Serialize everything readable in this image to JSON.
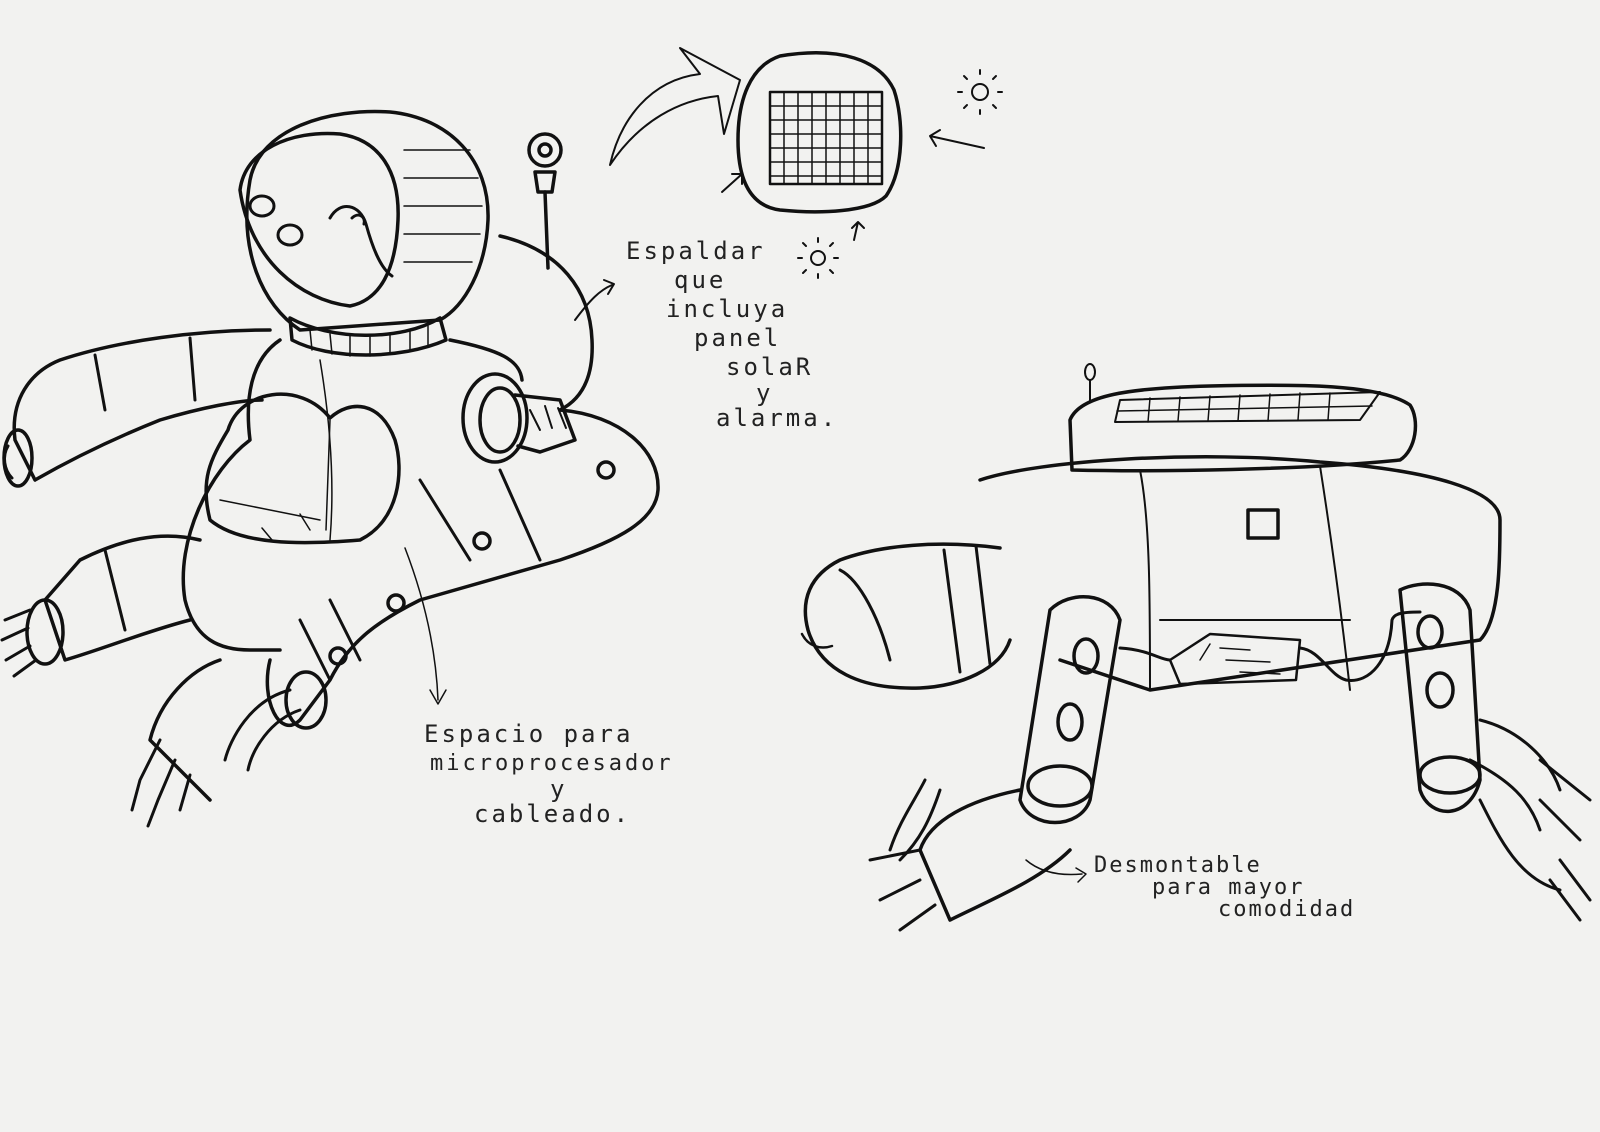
{
  "annotations": {
    "backrest": {
      "lines": [
        "Espaldar",
        "que",
        "incluya",
        "panel",
        "solaR",
        "y",
        "alarma."
      ]
    },
    "microprocessor": {
      "lines": [
        "Espacio para",
        "microprocesador",
        "y",
        "cableado."
      ]
    },
    "detachable": {
      "lines": [
        "Desmontable",
        "para mayor",
        "comodidad"
      ]
    }
  },
  "colors": {
    "paper": "#f2f2f0",
    "ink": "#111111"
  }
}
